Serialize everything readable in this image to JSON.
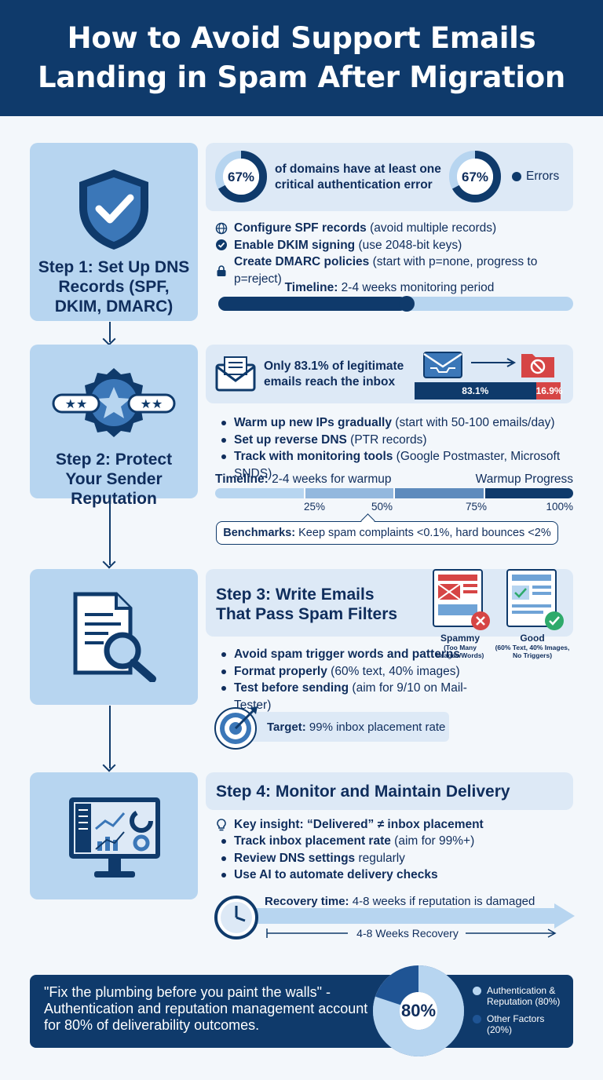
{
  "title": {
    "line1": "How to Avoid Support Emails",
    "line2": "Landing in Spam After Migration"
  },
  "step1": {
    "label": "Step 1: Set Up DNS Records (SPF, DKIM, DMARC)",
    "stat_value": "67%",
    "stat_text": "of domains have at least one critical authentication error",
    "donut_value": "67%",
    "legend_label": "Errors",
    "error_fraction": 0.67,
    "items": [
      {
        "bold": "Configure SPF records",
        "rest": " (avoid multiple records)",
        "icon": "globe-icon"
      },
      {
        "bold": "Enable DKIM signing",
        "rest": " (use 2048-bit keys)",
        "icon": "badge-check-icon"
      },
      {
        "bold": "Create DMARC policies",
        "rest": " (start with p=none, progress to p=reject)",
        "icon": "lock-icon"
      }
    ],
    "timeline_bold": "Timeline:",
    "timeline_rest": " 2-4 weeks monitoring period",
    "timeline_progress": 0.53
  },
  "step2": {
    "label": "Step 2: Protect Your Sender Reputation",
    "stat_text": "Only 83.1% of legitimate emails reach the inbox",
    "inbox_pct": "83.1%",
    "spam_pct": "16.9%",
    "inbox_fraction": 0.831,
    "items": [
      {
        "bold": "Warm up new IPs gradually",
        "rest": " (start with 50-100 emails/day)"
      },
      {
        "bold": "Set up reverse DNS",
        "rest": " (PTR records)"
      },
      {
        "bold": "Track with monitoring tools",
        "rest": " (Google Postmaster, Microsoft SNDS)"
      }
    ],
    "timeline_bold": "Timeline:",
    "timeline_rest": " 2-4 weeks for warmup",
    "progress_label": "Warmup Progress",
    "ticks": [
      "25%",
      "50%",
      "75%",
      "100%"
    ],
    "benchmarks_bold": "Benchmarks:",
    "benchmarks_rest": " Keep spam complaints <0.1%, hard bounces <2%"
  },
  "step3": {
    "heading_line1": "Step 3: Write Emails",
    "heading_line2": "That Pass Spam Filters",
    "spammy_label": "Spammy",
    "spammy_note": "(Too Many Images/Words)",
    "good_label": "Good",
    "good_note": "(60% Text, 40% Images, No Triggers)",
    "items": [
      {
        "bold": "Avoid spam trigger words and patterns",
        "rest": ""
      },
      {
        "bold": "Format properly",
        "rest": " (60% text, 40% images)"
      },
      {
        "bold": "Test before sending",
        "rest": " (aim for 9/10 on Mail-Tester)"
      }
    ],
    "target_bold": "Target:",
    "target_rest": " 99% inbox placement rate"
  },
  "step4": {
    "heading": "Step 4: Monitor and Maintain Delivery",
    "items": [
      {
        "bold": "Key insight: “Delivered” ≠ inbox placement",
        "rest": "",
        "icon": "lightbulb-icon"
      },
      {
        "bold": "Track inbox placement rate",
        "rest": " (aim for 99%+)"
      },
      {
        "bold": "Review DNS settings",
        "rest": " regularly"
      },
      {
        "bold": "Use AI to automate delivery checks",
        "rest": ""
      }
    ],
    "recovery_bold": "Recovery time:",
    "recovery_rest": " 4-8 weeks if reputation is damaged",
    "recovery_span": "4-8 Weeks Recovery"
  },
  "footer": {
    "quote": "\"Fix the plumbing before you paint the walls\" -",
    "body": "Authentication and reputation management account for 80% of deliverability outcomes.",
    "donut_value": "80%",
    "share": 0.8,
    "legend": [
      "Authentication & Reputation (80%)",
      "Other Factors (20%)"
    ]
  },
  "colors": {
    "navy": "#0f3a6b",
    "light_blue": "#b7d5f0",
    "panel": "#dde9f6",
    "red": "#d64545",
    "green": "#2eaa6b"
  }
}
